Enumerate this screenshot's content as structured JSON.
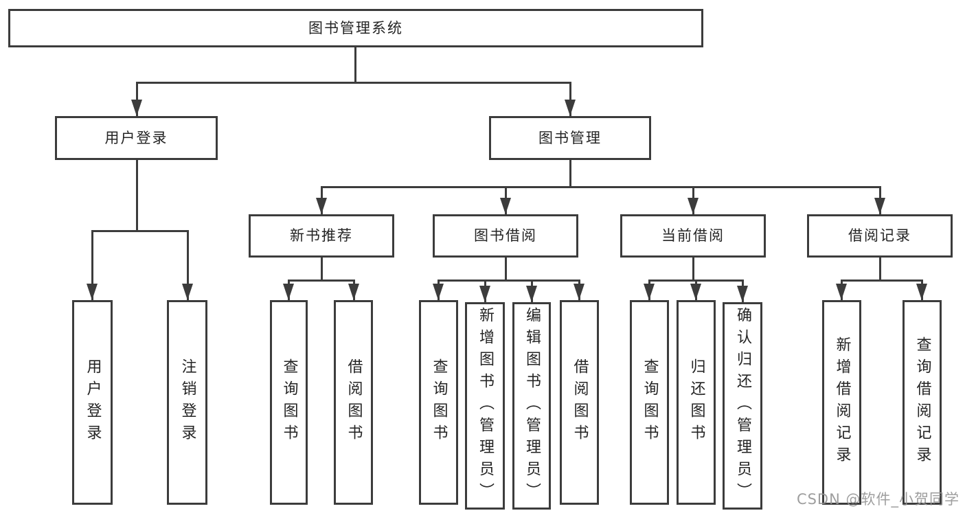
{
  "diagram": {
    "type": "hierarchy-tree",
    "root": {
      "label": "图书管理系统"
    },
    "branches": [
      {
        "label": "用户登录",
        "leaves": [
          {
            "label": "用户登录"
          },
          {
            "label": "注销登录"
          }
        ]
      },
      {
        "label": "图书管理",
        "children": [
          {
            "label": "新书推荐",
            "leaves": [
              {
                "label": "查询图书"
              },
              {
                "label": "借阅图书"
              }
            ]
          },
          {
            "label": "图书借阅",
            "leaves": [
              {
                "label": "查询图书"
              },
              {
                "label": "新增图书（管理员）"
              },
              {
                "label": "编辑图书（管理员）"
              },
              {
                "label": "借阅图书"
              }
            ]
          },
          {
            "label": "当前借阅",
            "leaves": [
              {
                "label": "查询图书"
              },
              {
                "label": "归还图书"
              },
              {
                "label": "确认归还（管理员）"
              }
            ]
          },
          {
            "label": "借阅记录",
            "leaves": [
              {
                "label": "新增借阅记录"
              },
              {
                "label": "查询借阅记录"
              }
            ]
          }
        ]
      }
    ]
  },
  "colors": {
    "line": "#3c3c3c",
    "text": "#242424",
    "background": "#ffffff",
    "watermark": "#969696"
  },
  "watermark": {
    "text": "CSDN @软件_小贺同学"
  }
}
